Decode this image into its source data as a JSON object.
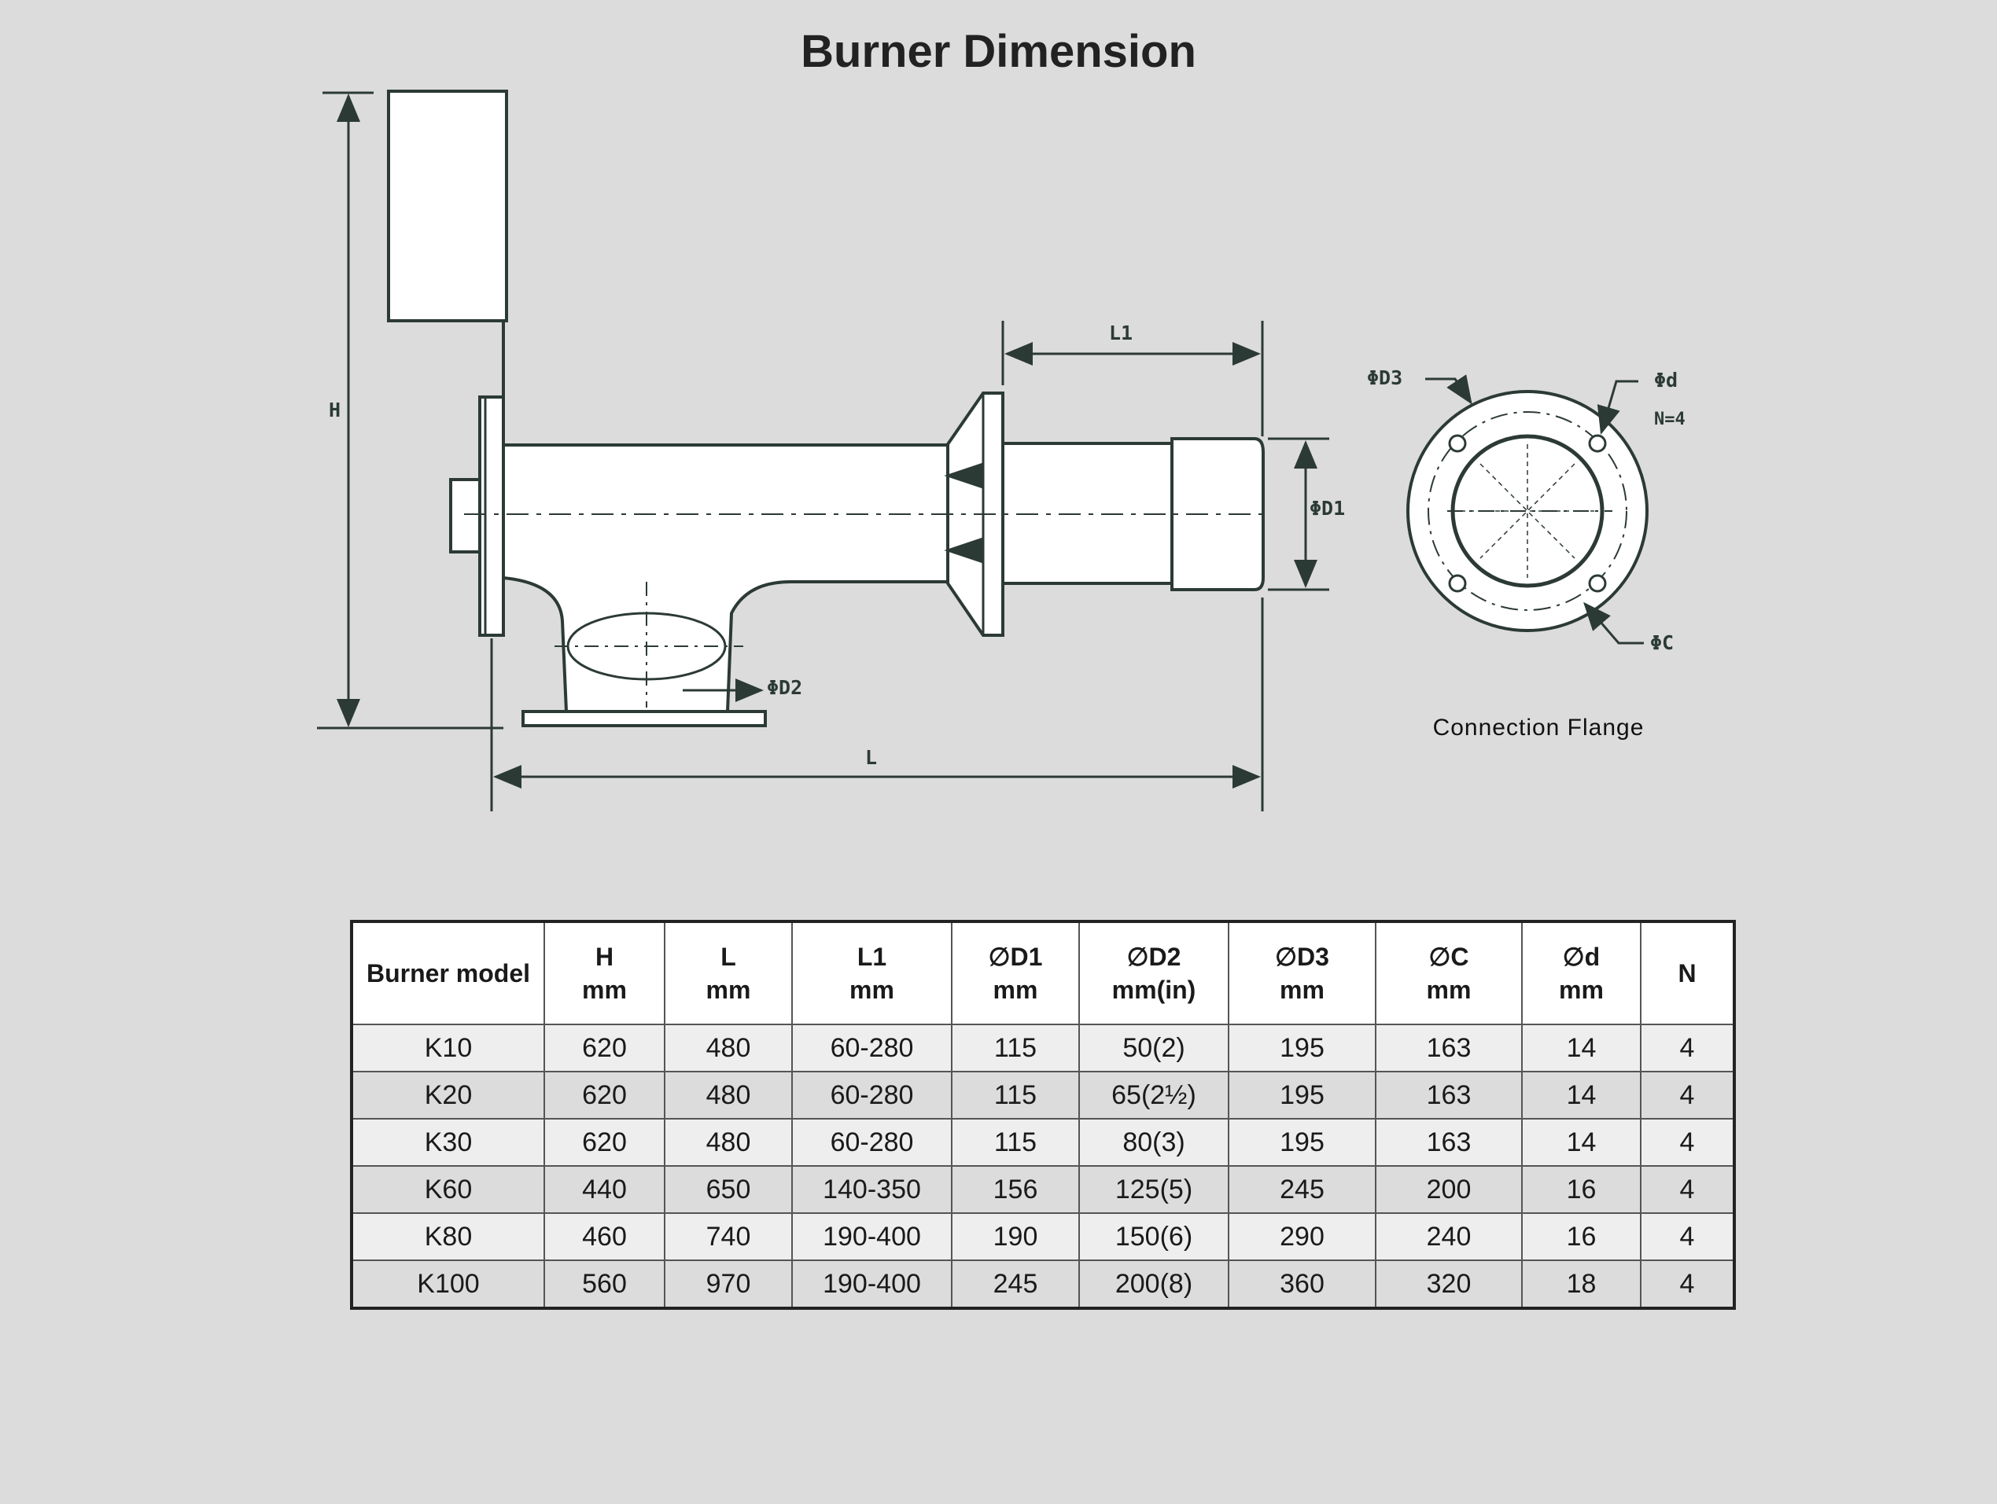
{
  "title": "Burner Dimension",
  "drawing": {
    "labels": {
      "h": "H",
      "l": "L",
      "l1": "L1",
      "d1": "ΦD1",
      "d2": "ΦD2",
      "d3": "ΦD3",
      "d": "Φd",
      "n": "N=4",
      "c": "ΦC"
    },
    "flange_caption": "Connection Flange",
    "line_color": "#2c3a36"
  },
  "table": {
    "headers": [
      {
        "line1": "Burner model",
        "line2": ""
      },
      {
        "line1": "H",
        "line2": "mm"
      },
      {
        "line1": "L",
        "line2": "mm"
      },
      {
        "line1": "L1",
        "line2": "mm"
      },
      {
        "line1": "∅D1",
        "line2": "mm"
      },
      {
        "line1": "∅D2",
        "line2": "mm(in)"
      },
      {
        "line1": "∅D3",
        "line2": "mm"
      },
      {
        "line1": "∅C",
        "line2": "mm"
      },
      {
        "line1": "∅d",
        "line2": "mm"
      },
      {
        "line1": "N",
        "line2": ""
      }
    ],
    "rows": [
      [
        "K10",
        "620",
        "480",
        "60-280",
        "115",
        "50(2)",
        "195",
        "163",
        "14",
        "4"
      ],
      [
        "K20",
        "620",
        "480",
        "60-280",
        "115",
        "65(2½)",
        "195",
        "163",
        "14",
        "4"
      ],
      [
        "K30",
        "620",
        "480",
        "60-280",
        "115",
        "80(3)",
        "195",
        "163",
        "14",
        "4"
      ],
      [
        "K60",
        "440",
        "650",
        "140-350",
        "156",
        "125(5)",
        "245",
        "200",
        "16",
        "4"
      ],
      [
        "K80",
        "460",
        "740",
        "190-400",
        "190",
        "150(6)",
        "290",
        "240",
        "16",
        "4"
      ],
      [
        "K100",
        "560",
        "970",
        "190-400",
        "245",
        "200(8)",
        "360",
        "320",
        "18",
        "4"
      ]
    ]
  }
}
